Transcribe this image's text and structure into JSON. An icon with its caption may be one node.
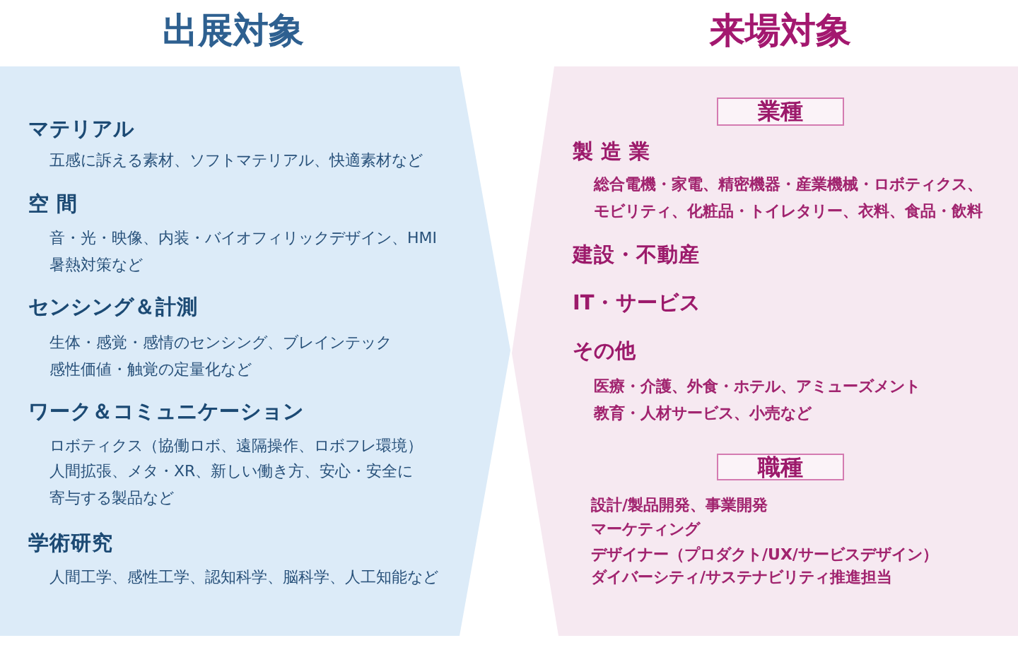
{
  "diagram": {
    "nodes": [
      {
        "text": [
          "出展対象",
          "マテリアル",
          "五感に訴える素材、ソフトマテリアル、快適素材など",
          "空 間",
          "音・光・映像、内装・バイオフィリックデザイン、HMI暑熱対策など",
          "センシング＆計測",
          "生体・感覚・感情のセンシング、ブレインテック感性価値・触覚の定量化など",
          "ワーク＆コミュニケーション",
          "ロボティクス（協働ロボ、遠隔操作、ロボフレ環境）",
          "人間拡張、メタ・XR、新しい働き方、安心・安全に寄与する製品など",
          "学術研究",
          "人間工学、感性工学、認知科学、脳科学、人工知能など"
        ]
      },
      {
        "text": [
          "来場対象",
          "製 造 業",
          "総合電機・家電、精密機器・産業機械・ロボティクス、モビリティ、化粧品・トイレタリー、衣料、食品・飲料",
          "建設・不動産",
          "IT・サービス",
          "その他",
          "医療・介護、外食・ホテル、アミューズメント教育・人材サービス、小売など",
          "設計/製品開発、事業開発",
          "マーケティング",
          "デザイナー（プロダクト/UX/サービスデザイン）",
          "ダイバーシティ/サステナビリティ推進担当"
        ]
      },
      {
        "text": [
          "業種"
        ],
        "in": 1
      },
      {
        "text": [
          "職種"
        ],
        "in": 1
      }
    ]
  }
}
